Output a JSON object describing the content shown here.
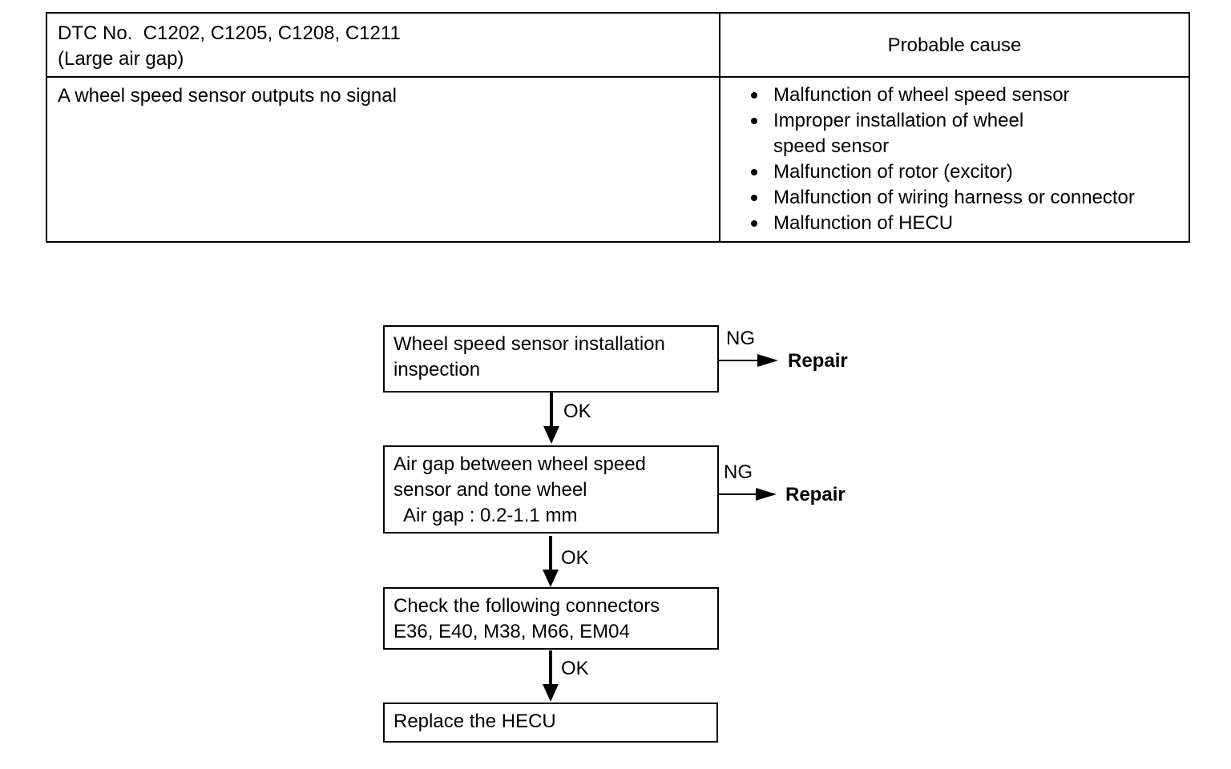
{
  "table": {
    "dtc_header_line1": "DTC No.  C1202, C1205, C1208, C1211",
    "dtc_header_line2": "(Large air gap)",
    "cause_header": "Probable cause",
    "symptom": "A wheel speed sensor outputs no signal",
    "causes": [
      "Malfunction of wheel speed sensor",
      "Improper installation of wheel\nspeed sensor",
      "Malfunction of rotor (excitor)",
      "Malfunction of wiring harness or connector",
      "Malfunction of HECU"
    ]
  },
  "flowchart": {
    "step1": {
      "text": "Wheel speed sensor installation\ninspection",
      "ng_label": "NG",
      "ng_action": "Repair",
      "ok_label": "OK"
    },
    "step2": {
      "text": "Air gap between wheel speed\nsensor and tone wheel\n  Air gap : 0.2-1.1 mm",
      "ng_label": "NG",
      "ng_action": "Repair",
      "ok_label": "OK"
    },
    "step3": {
      "text": "Check the following connectors\nE36, E40, M38, M66, EM04",
      "ok_label": "OK"
    },
    "step4": {
      "text": "Replace the HECU"
    }
  }
}
